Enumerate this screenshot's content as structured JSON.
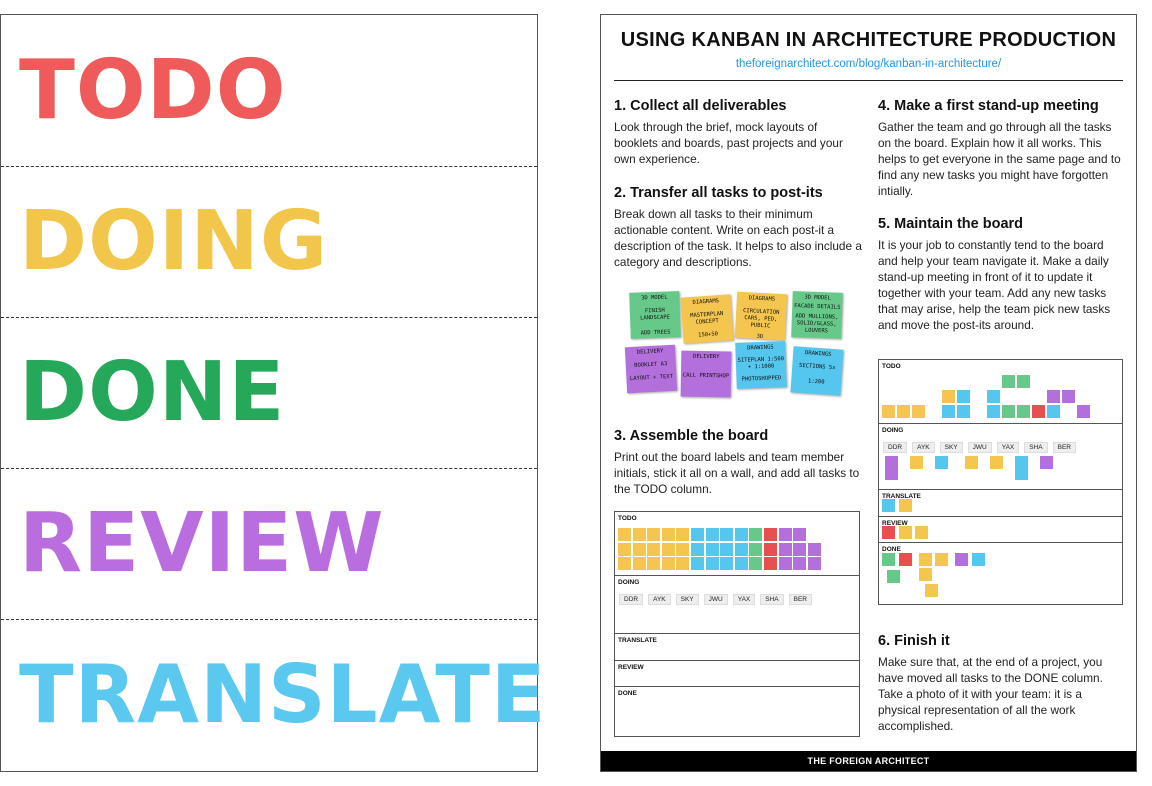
{
  "colors": {
    "todo": "#ef5b5b",
    "doing": "#f2c64b",
    "done": "#25a85a",
    "review": "#b96ddf",
    "translate": "#5bc8f0",
    "postit_yellow": "#f5c64f",
    "postit_blue": "#55c6ee",
    "postit_green": "#66c98a",
    "postit_purple": "#b36fdc",
    "postit_red": "#e85050",
    "link": "#2196f3"
  },
  "labels_page": {
    "labels": [
      "TODO",
      "DOING",
      "DONE",
      "REVIEW",
      "TRANSLATE"
    ]
  },
  "guide": {
    "title": "USING KANBAN IN ARCHITECTURE PRODUCTION",
    "url": "theforeignarchitect.com/blog/kanban-in-architecture/",
    "steps": [
      {
        "heading": "1. Collect all deliverables",
        "text": "Look through the brief, mock layouts of booklets and boards, past projects and your own experience."
      },
      {
        "heading": "2. Transfer all tasks to post-its",
        "text": "Break down all tasks to their minimum actionable content. Write on each post-it a description of the task. It helps to also include a category and descriptions."
      },
      {
        "heading": "3. Assemble the board",
        "text": "Print out the board labels and team member initials, stick it all on a wall, and add all tasks to the TODO column."
      },
      {
        "heading": "4. Make a first stand-up meeting",
        "text": "Gather the team and go through all the tasks on the board. Explain how it all works. This helps to get everyone in the same page and to find any new tasks you might have forgotten intially."
      },
      {
        "heading": "5. Maintain the board",
        "text": "It is your job to constantly tend to the board and help your team navigate it. Make a daily stand-up meeting in front of it to update it together with your team. Add any new tasks that may arise, help the team pick new tasks and move the post-its around."
      },
      {
        "heading": "6. Finish it",
        "text": "Make sure that, at the end of a project, you have moved all tasks to the DONE column. Take a photo of it with your team: it is a physical representation of all the work accomplished."
      }
    ],
    "postits": [
      {
        "lines": [
          "3D MODEL",
          "FINISH LANDSCAPE",
          "ADD TREES"
        ],
        "color": "postit_green"
      },
      {
        "lines": [
          "DIAGRAMS",
          "MASTERPLAN CONCEPT",
          "150+50"
        ],
        "color": "postit_yellow"
      },
      {
        "lines": [
          "DIAGRAMS",
          "CIRCULATION CARS, PED, PUBLIC",
          "3D"
        ],
        "color": "postit_yellow"
      },
      {
        "lines": [
          "3D MODEL",
          "FACADE DETAILS",
          "ADD MULLIONS, SOLID/GLASS, LOUVERS"
        ],
        "color": "postit_green"
      },
      {
        "lines": [
          "DELIVERY",
          "BOOKLET A3",
          "LAYOUT + TEXT"
        ],
        "color": "postit_purple"
      },
      {
        "lines": [
          "DELIVERY",
          "CALL PRINTSHOP"
        ],
        "color": "postit_purple"
      },
      {
        "lines": [
          "DRAWINGS",
          "SITEPLAN 1:500 + 1:1000",
          "PHOTOSHOPPED"
        ],
        "color": "postit_blue"
      },
      {
        "lines": [
          "DRAWINGS",
          "SECTIONS 5x",
          "1:200"
        ],
        "color": "postit_blue"
      }
    ],
    "board": {
      "rows": [
        "TODO",
        "DOING",
        "TRANSLATE",
        "REVIEW",
        "DONE"
      ],
      "initials": [
        "DDR",
        "AYK",
        "SKY",
        "JWU",
        "YAX",
        "SHA",
        "BER"
      ]
    },
    "footer": "THE FOREIGN ARCHITECT"
  }
}
